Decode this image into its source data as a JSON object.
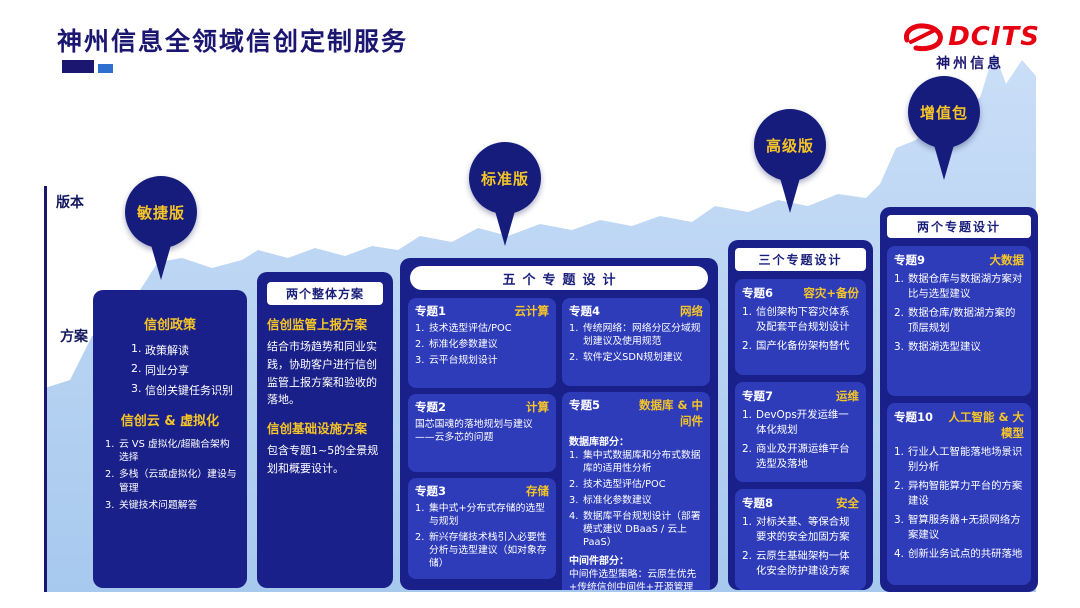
{
  "colors": {
    "navy_column": "#1a2089",
    "topic_blue": "#2e3cba",
    "accent_yellow": "#f5c427",
    "mountain_blue": "#aecdf0",
    "logo_red": "#e60012",
    "title_navy": "#1b1670"
  },
  "header": {
    "title": "神州信息全领域信创定制服务",
    "logo": {
      "brand": "DCITS",
      "company": "神州信息"
    }
  },
  "axis": {
    "version": "版本",
    "plan": "方案"
  },
  "pins": [
    {
      "label": "敏捷版"
    },
    {
      "label": "标准版"
    },
    {
      "label": "高级版"
    },
    {
      "label": "增值包"
    }
  ],
  "col1": {
    "sections": [
      {
        "title": "信创政策",
        "items": [
          "政策解读",
          "同业分享",
          "信创关键任务识别"
        ]
      },
      {
        "title": "信创云 & 虚拟化",
        "items": [
          "云 VS 虚拟化/超融合架构选择",
          "多栈（云或虚拟化）建设与管理",
          "关键技术问题解答"
        ]
      }
    ]
  },
  "col2": {
    "header": "两个整体方案",
    "sections": [
      {
        "title": "信创监管上报方案",
        "body": "结合市场趋势和同业实践，协助客户进行信创监管上报方案和验收的落地。"
      },
      {
        "title": "信创基础设施方案",
        "body": "包含专题1~5的全景规划和概要设计。"
      }
    ]
  },
  "col3": {
    "header": "五个专题设计",
    "left": [
      {
        "label": "专题1",
        "name": "云计算",
        "items": [
          "技术选型评估/POC",
          "标准化参数建议",
          "云平台规划设计"
        ]
      },
      {
        "label": "专题2",
        "name": "计算",
        "body": "国芯国魂的落地规划与建议——云多芯的问题"
      },
      {
        "label": "专题3",
        "name": "存储",
        "items": [
          "集中式+分布式存储的选型与规划",
          "新兴存储技术栈引入必要性分析与选型建议（如对象存储）"
        ]
      }
    ],
    "right": [
      {
        "label": "专题4",
        "name": "网络",
        "items": [
          "传统网络：网络分区分域规划建议及使用规范",
          "软件定义SDN规划建议"
        ]
      },
      {
        "label": "专题5",
        "name": "数据库 & 中间件",
        "part1_title": "数据库部分：",
        "part1_items": [
          "集中式数据库和分布式数据库的适用性分析",
          "技术选型评估/POC",
          "标准化参数建议",
          "数据库平台规划设计（部署模式建议 DBaaS / 云上PaaS）"
        ],
        "part2_title": "中间件部分：",
        "part2_body": "中间件选型策略：云原生优先+传统信创中间件+开源管理"
      }
    ]
  },
  "col4": {
    "header": "三个专题设计",
    "topics": [
      {
        "label": "专题6",
        "name": "容灾+备份",
        "items": [
          "信创架构下容灾体系及配套平台规划设计",
          "国产化备份架构替代"
        ]
      },
      {
        "label": "专题7",
        "name": "运维",
        "items": [
          "DevOps开发运维一体化规划",
          "商业及开源运维平台选型及落地"
        ]
      },
      {
        "label": "专题8",
        "name": "安全",
        "items": [
          "对标关基、等保合规要求的安全加固方案",
          "云原生基础架构一体化安全防护建设方案"
        ]
      }
    ]
  },
  "col5": {
    "header": "两个专题设计",
    "topics": [
      {
        "label": "专题9",
        "name": "大数据",
        "items": [
          "数据仓库与数据湖方案对比与选型建议",
          "数据仓库/数据湖方案的顶层规划",
          "数据湖选型建议"
        ]
      },
      {
        "label": "专题10",
        "name": "人工智能 & 大模型",
        "items": [
          "行业人工智能落地场景识别分析",
          "异构智能算力平台的方案建设",
          "智算服务器+无损网络方案建议",
          "创新业务试点的共研落地"
        ]
      }
    ]
  }
}
